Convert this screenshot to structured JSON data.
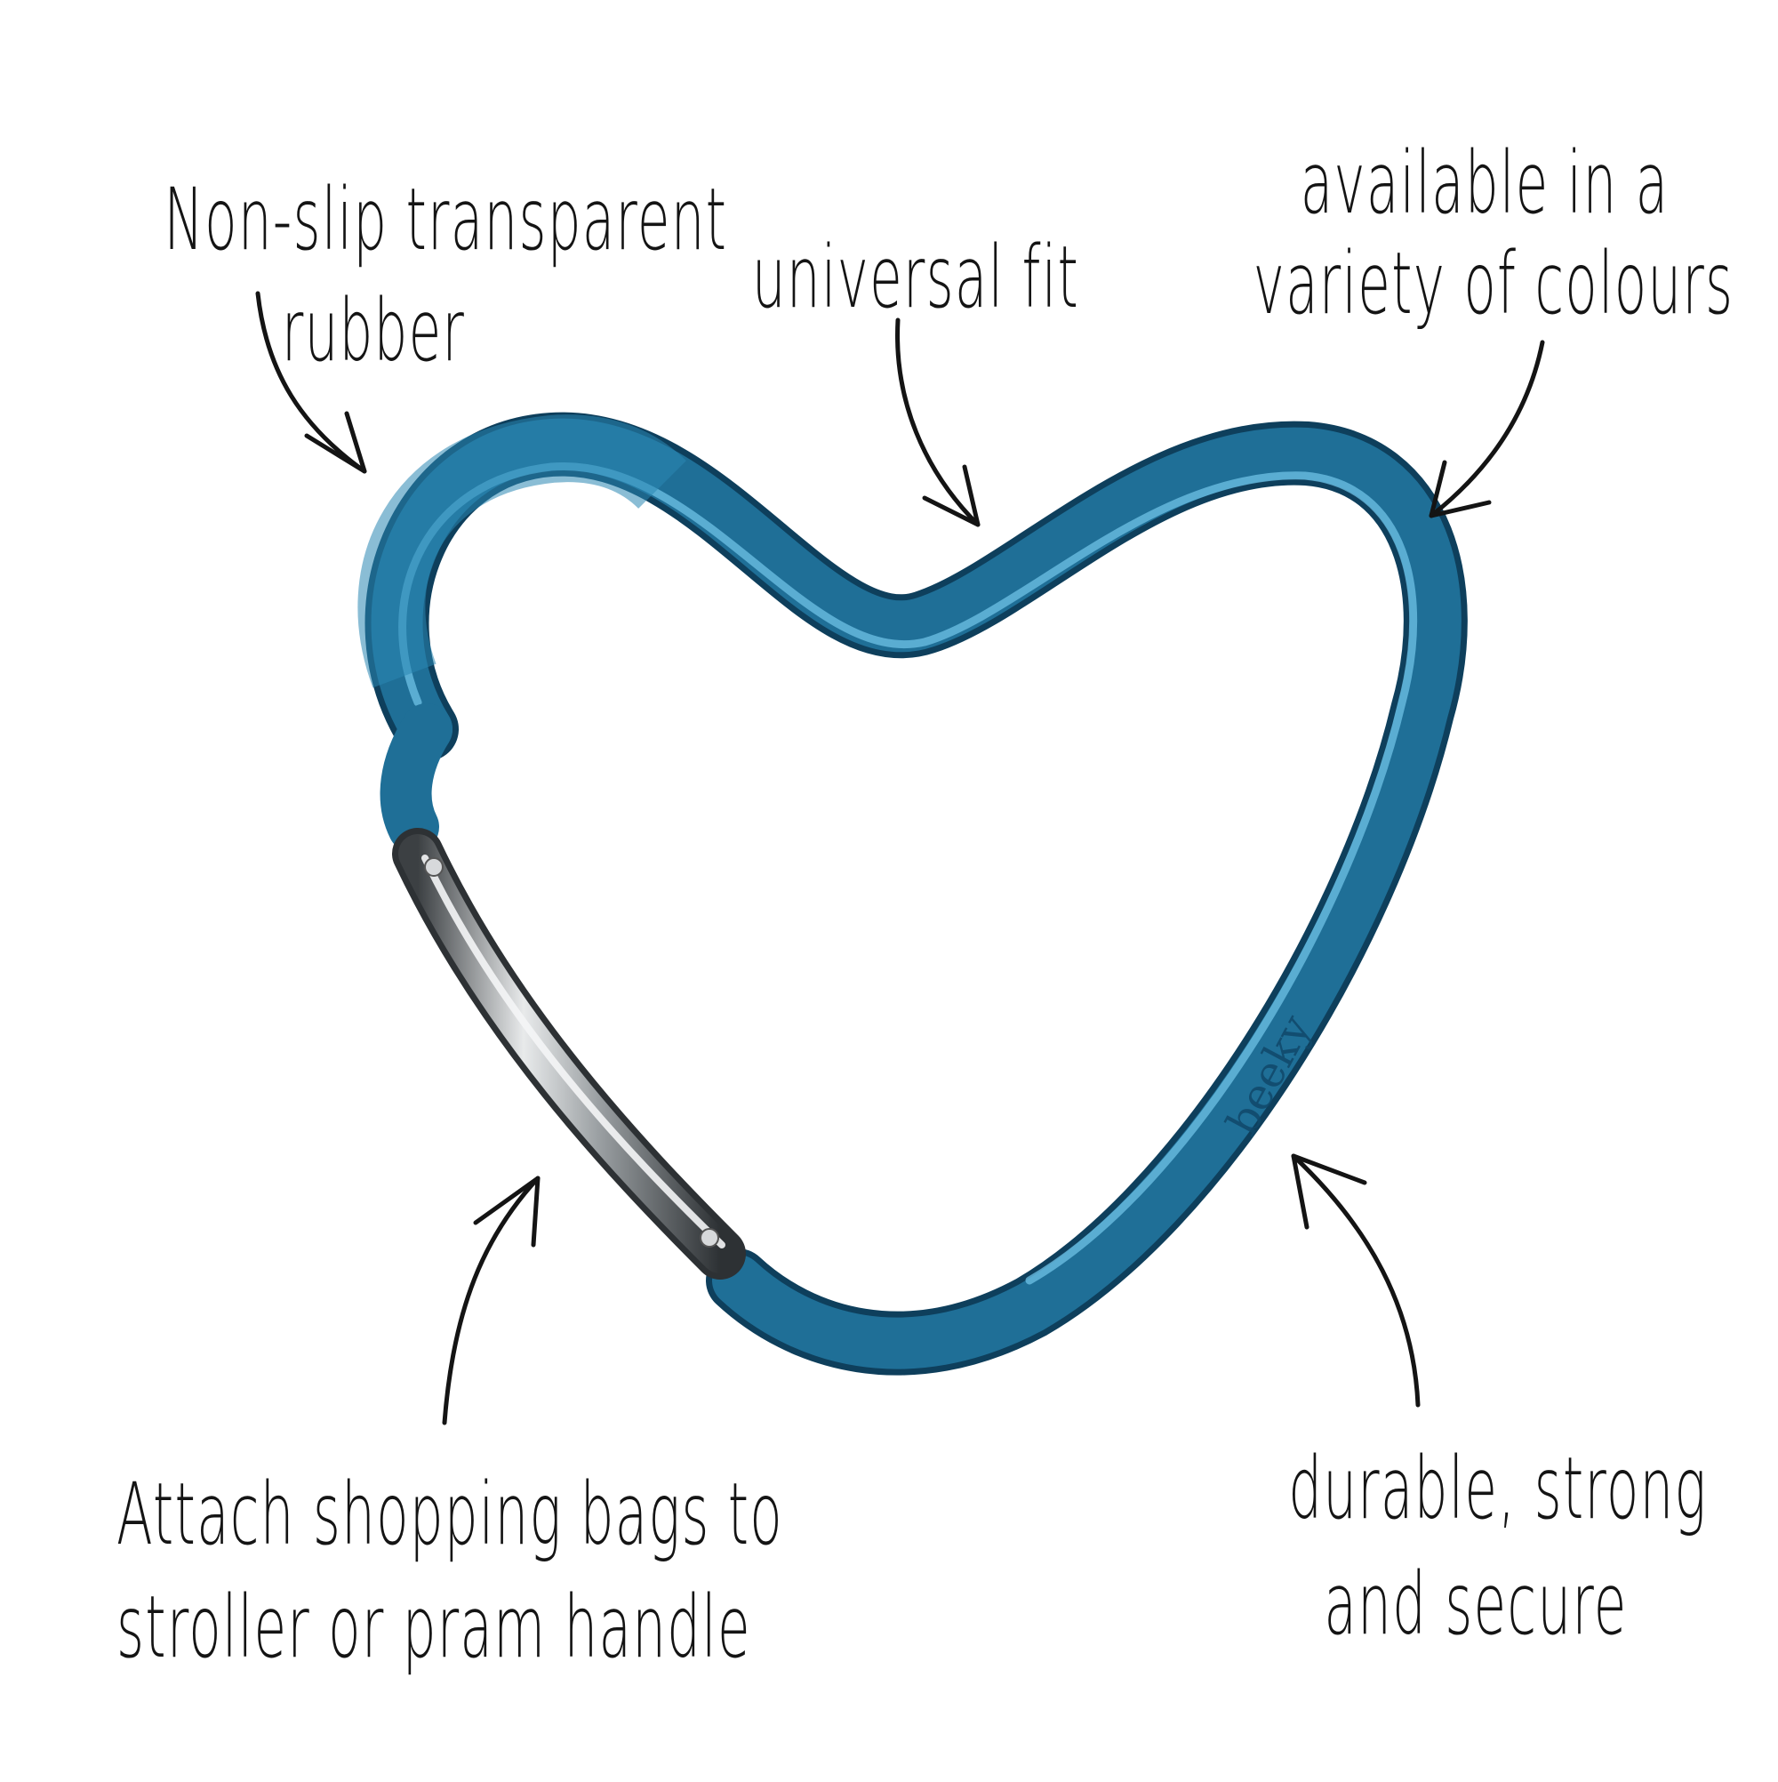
{
  "callouts": {
    "rubber": {
      "line1": "Non-slip transparent",
      "line2": "rubber"
    },
    "fit": {
      "line1": "universal fit"
    },
    "colours": {
      "line1": "available in a",
      "line2": "variety of colours"
    },
    "attach": {
      "line1": "Attach shopping bags to",
      "line2": "stroller or pram handle"
    },
    "durable": {
      "line1": "durable, strong",
      "line2": "and secure"
    }
  },
  "product": {
    "brand_mark": "beeky",
    "colors": {
      "body": "#1f6f97",
      "body_dark": "#0e3f5c",
      "body_light": "#6fc1e6",
      "gate": "#c9ccce",
      "gate_dark": "#4e5356"
    }
  }
}
